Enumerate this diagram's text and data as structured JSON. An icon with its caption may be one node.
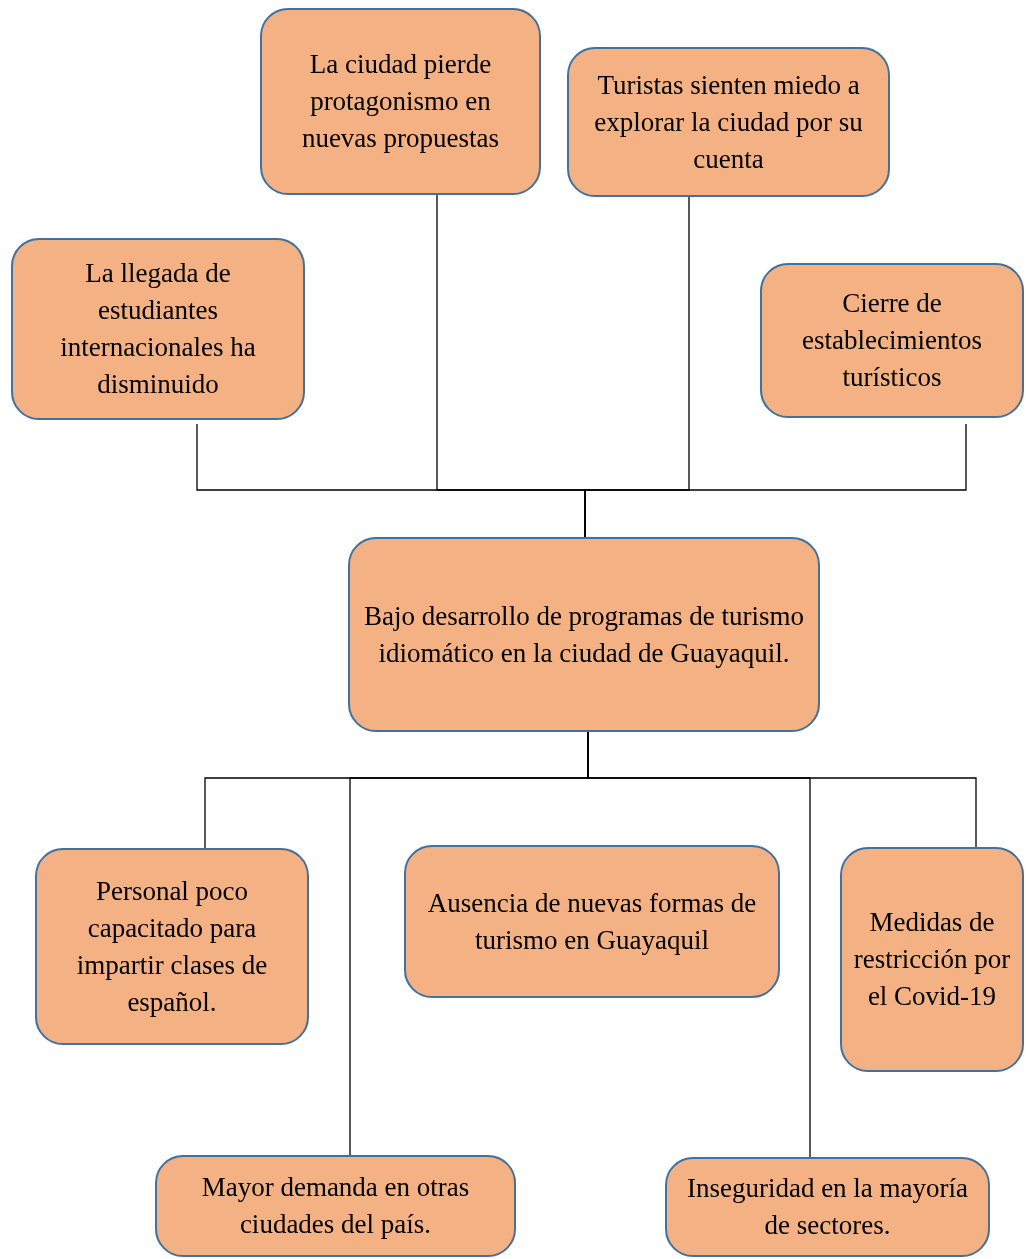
{
  "diagram": {
    "nodes": [
      {
        "text": [
          "La ciudad pierde protagonismo en nuevas propuestas"
        ]
      },
      {
        "text": [
          "Turistas sienten miedo a explorar la ciudad por su cuenta"
        ]
      },
      {
        "text": [
          "La llegada de estudiantes internacionales ha disminuido"
        ]
      },
      {
        "text": [
          "Cierre de establecimientos turísticos"
        ]
      },
      {
        "text": [
          "Bajo desarrollo de programas de turismo idiomático en la ciudad de Guayaquil."
        ]
      },
      {
        "text": [
          "Personal poco capacitado para impartir clases de español."
        ]
      },
      {
        "text": [
          "Ausencia de nuevas formas de turismo en Guayaquil"
        ]
      },
      {
        "text": [
          "Medidas de restricción por el Covid-19"
        ]
      },
      {
        "text": [
          "Mayor demanda en otras ciudades del país."
        ]
      },
      {
        "text": [
          "Inseguridad en la mayoría de sectores."
        ]
      }
    ],
    "edges": [
      {
        "from": 2,
        "to": 4,
        "arrow": "none"
      },
      {
        "from": 0,
        "to": 4,
        "arrow": "none"
      },
      {
        "from": 1,
        "to": 4,
        "arrow": "none"
      },
      {
        "from": 3,
        "to": 4,
        "arrow": "none"
      },
      {
        "from": 4,
        "to": 5,
        "arrow": "none"
      },
      {
        "from": 4,
        "to": 8,
        "arrow": "none"
      },
      {
        "from": 4,
        "to": 9,
        "arrow": "none"
      },
      {
        "from": 4,
        "to": 7,
        "arrow": "none"
      }
    ]
  }
}
